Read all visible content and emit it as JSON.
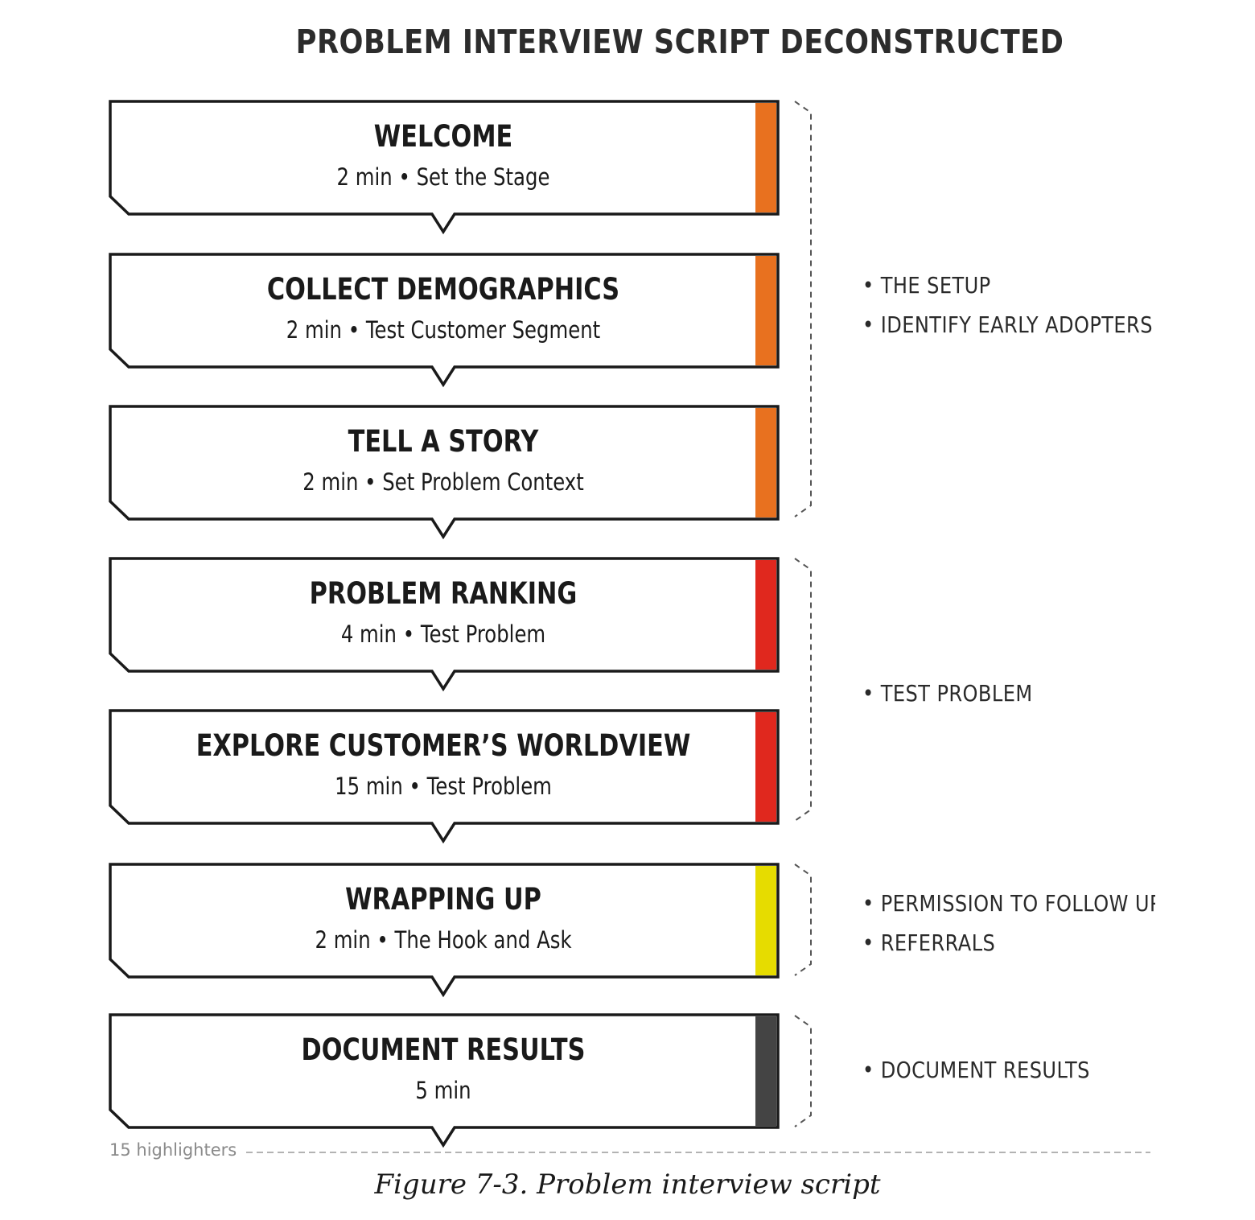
{
  "title": "PROBLEM INTERVIEW SCRIPT DECONSTRUCTED",
  "steps": [
    {
      "title": "WELCOME",
      "subtitle": "2 min • Set the Stage",
      "color": "#e8711f"
    },
    {
      "title": "COLLECT DEMOGRAPHICS",
      "subtitle": "2 min • Test Customer Segment",
      "color": "#e8711f"
    },
    {
      "title": "TELL A STORY",
      "subtitle": "2 min • Set Problem Context",
      "color": "#e8711f"
    },
    {
      "title": "PROBLEM RANKING",
      "subtitle": "4 min • Test Problem",
      "color": "#e0281e"
    },
    {
      "title": "EXPLORE CUSTOMER’S WORLDVIEW",
      "subtitle": "15 min • Test Problem",
      "color": "#e0281e"
    },
    {
      "title": "WRAPPING UP",
      "subtitle": "2 min • The Hook and Ask",
      "color": "#e6dc00"
    },
    {
      "title": "DOCUMENT RESULTS",
      "subtitle": "5 min",
      "color": "#444444"
    }
  ],
  "groups": [
    {
      "notes": [
        "• THE SETUP",
        "• IDENTIFY EARLY ADOPTERS"
      ]
    },
    {
      "notes": [
        "• TEST PROBLEM"
      ]
    },
    {
      "notes": [
        "• PERMISSION TO FOLLOW UP",
        "• REFERRALS"
      ]
    },
    {
      "notes": [
        "• DOCUMENT RESULTS"
      ]
    }
  ],
  "footer": {
    "highlighters": "15 highlighters",
    "caption": "Figure 7-3. Problem interview script"
  }
}
